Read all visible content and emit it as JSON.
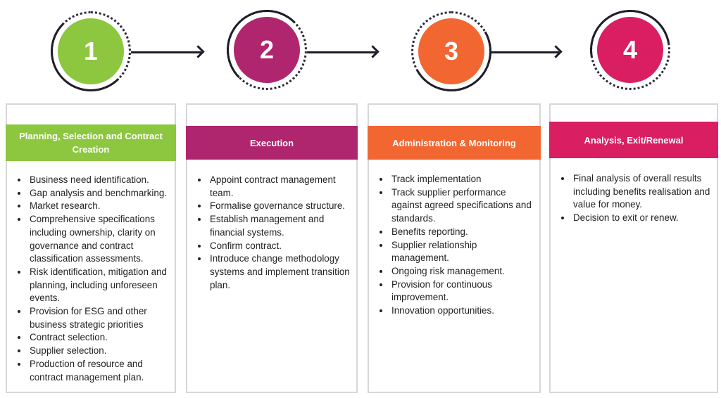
{
  "steps": [
    {
      "number": "1",
      "color": "#8dc63f",
      "title": "Planning, Selection and Contract Creation",
      "items": [
        "Business need identification.",
        "Gap analysis and benchmarking.",
        "Market research.",
        "Comprehensive specifications including ownership, clarity on governance and contract classification assessments.",
        "Risk identification, mitigation and planning, including unforeseen events.",
        "Provision for ESG and other business strategic priorities",
        "Contract selection.",
        "Supplier selection.",
        "Production of resource and contract management plan."
      ]
    },
    {
      "number": "2",
      "color": "#b0266e",
      "title": "Execution",
      "items": [
        "Appoint contract management team.",
        "Formalise governance structure.",
        "Establish management and financial systems.",
        "Confirm contract.",
        "Introduce change methodology systems and implement transition plan."
      ]
    },
    {
      "number": "3",
      "color": "#f26632",
      "title": "Administration & Monitoring",
      "items": [
        "Track implementation",
        "Track supplier performance against agreed specifications and standards.",
        "Benefits reporting.",
        "Supplier relationship management.",
        "Ongoing risk management.",
        "Provision for continuous improvement.",
        "Innovation opportunities."
      ]
    },
    {
      "number": "4",
      "color": "#d91e61",
      "title": "Analysis, Exit/Renewal",
      "items": [
        "Final analysis of overall results including benefits realisation and value for money.",
        "Decision to exit or renew."
      ]
    }
  ]
}
